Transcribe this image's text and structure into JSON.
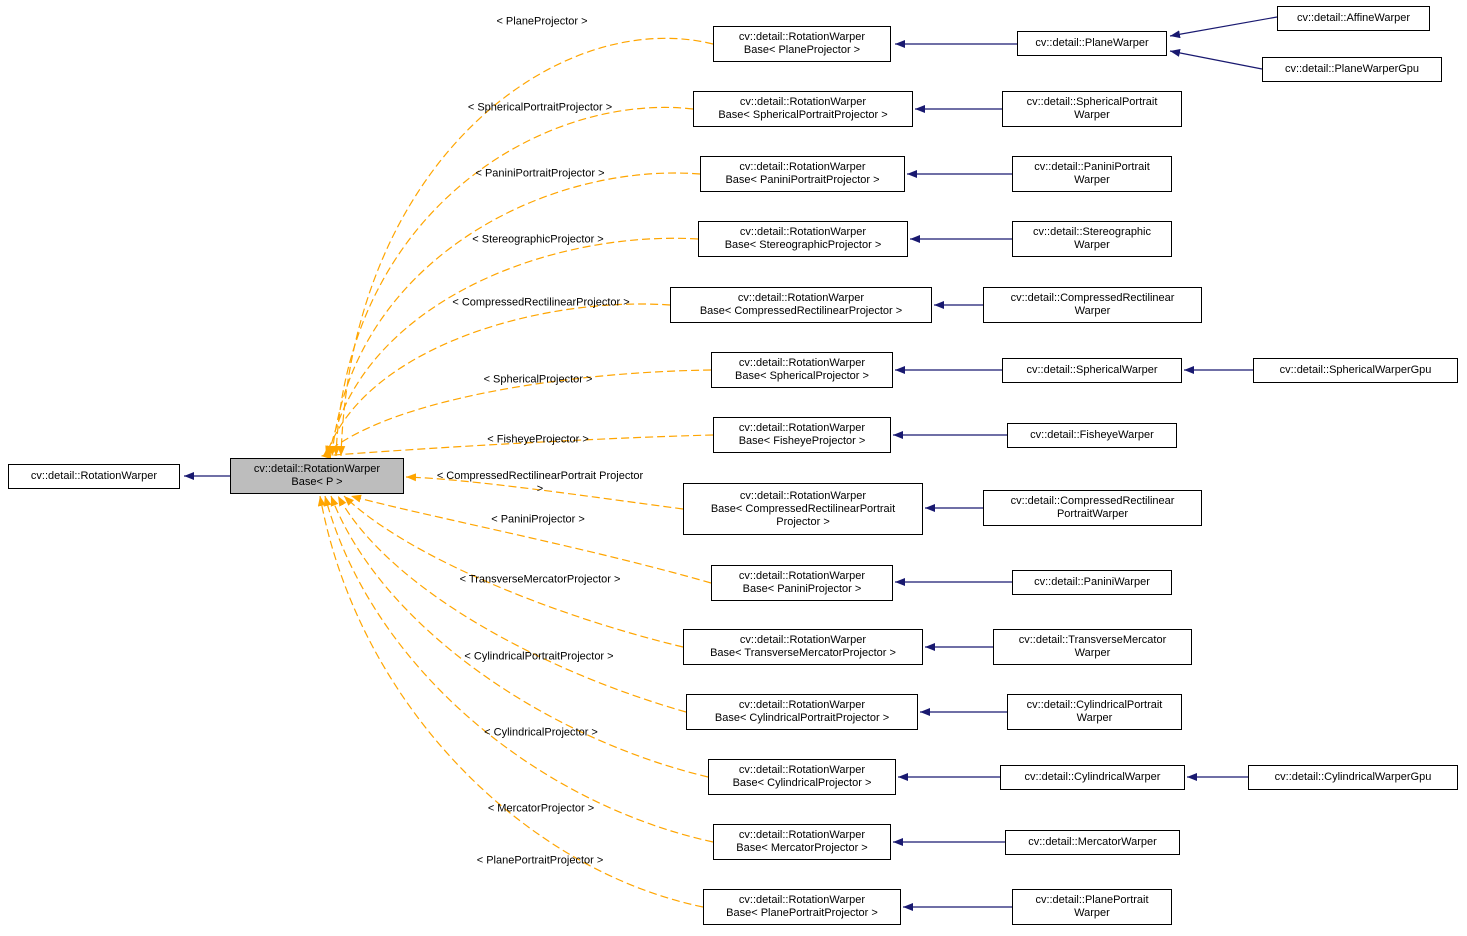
{
  "diagram": {
    "colors": {
      "inheritance_arrow": "#191970",
      "template_instance_arrow": "#ffa500",
      "current_node_background": "#bdbdbd",
      "node_background": "#ffffff",
      "node_border": "#000000"
    },
    "root": {
      "lines": [
        "cv::detail::RotationWarper"
      ]
    },
    "center": {
      "lines": [
        "cv::detail::RotationWarper",
        "Base< P >"
      ]
    },
    "rows": [
      {
        "edge_label": "< PlaneProjector >",
        "base": {
          "lines": [
            "cv::detail::RotationWarper",
            "Base< PlaneProjector >"
          ]
        },
        "derived": {
          "lines": [
            "cv::detail::PlaneWarper"
          ]
        },
        "grand": [
          {
            "lines": [
              "cv::detail::AffineWarper"
            ]
          },
          {
            "lines": [
              "cv::detail::PlaneWarperGpu"
            ]
          }
        ]
      },
      {
        "edge_label": "< SphericalPortraitProjector >",
        "base": {
          "lines": [
            "cv::detail::RotationWarper",
            "Base< SphericalPortraitProjector >"
          ]
        },
        "derived": {
          "lines": [
            "cv::detail::SphericalPortrait",
            "Warper"
          ]
        }
      },
      {
        "edge_label": "< PaniniPortraitProjector >",
        "base": {
          "lines": [
            "cv::detail::RotationWarper",
            "Base< PaniniPortraitProjector >"
          ]
        },
        "derived": {
          "lines": [
            "cv::detail::PaniniPortrait",
            "Warper"
          ]
        }
      },
      {
        "edge_label": "< StereographicProjector >",
        "base": {
          "lines": [
            "cv::detail::RotationWarper",
            "Base< StereographicProjector >"
          ]
        },
        "derived": {
          "lines": [
            "cv::detail::Stereographic",
            "Warper"
          ]
        }
      },
      {
        "edge_label": "< CompressedRectilinearProjector >",
        "base": {
          "lines": [
            "cv::detail::RotationWarper",
            "Base< CompressedRectilinearProjector >"
          ]
        },
        "derived": {
          "lines": [
            "cv::detail::CompressedRectilinear",
            "Warper"
          ]
        }
      },
      {
        "edge_label": "< SphericalProjector >",
        "base": {
          "lines": [
            "cv::detail::RotationWarper",
            "Base< SphericalProjector >"
          ]
        },
        "derived": {
          "lines": [
            "cv::detail::SphericalWarper"
          ]
        },
        "grand": [
          {
            "lines": [
              "cv::detail::SphericalWarperGpu"
            ]
          }
        ]
      },
      {
        "edge_label": "< FisheyeProjector >",
        "base": {
          "lines": [
            "cv::detail::RotationWarper",
            "Base< FisheyeProjector >"
          ]
        },
        "derived": {
          "lines": [
            "cv::detail::FisheyeWarper"
          ]
        }
      },
      {
        "edge_label": "< CompressedRectilinearPortrait Projector >",
        "base": {
          "lines": [
            "cv::detail::RotationWarper",
            "Base< CompressedRectilinearPortrait",
            "Projector >"
          ]
        },
        "derived": {
          "lines": [
            "cv::detail::CompressedRectilinear",
            "PortraitWarper"
          ]
        }
      },
      {
        "edge_label": "< PaniniProjector >",
        "base": {
          "lines": [
            "cv::detail::RotationWarper",
            "Base< PaniniProjector >"
          ]
        },
        "derived": {
          "lines": [
            "cv::detail::PaniniWarper"
          ]
        }
      },
      {
        "edge_label": "< TransverseMercatorProjector >",
        "base": {
          "lines": [
            "cv::detail::RotationWarper",
            "Base< TransverseMercatorProjector >"
          ]
        },
        "derived": {
          "lines": [
            "cv::detail::TransverseMercator",
            "Warper"
          ]
        }
      },
      {
        "edge_label": "< CylindricalPortraitProjector >",
        "base": {
          "lines": [
            "cv::detail::RotationWarper",
            "Base< CylindricalPortraitProjector >"
          ]
        },
        "derived": {
          "lines": [
            "cv::detail::CylindricalPortrait",
            "Warper"
          ]
        }
      },
      {
        "edge_label": "< CylindricalProjector >",
        "base": {
          "lines": [
            "cv::detail::RotationWarper",
            "Base< CylindricalProjector >"
          ]
        },
        "derived": {
          "lines": [
            "cv::detail::CylindricalWarper"
          ]
        },
        "grand": [
          {
            "lines": [
              "cv::detail::CylindricalWarperGpu"
            ]
          }
        ]
      },
      {
        "edge_label": "< MercatorProjector >",
        "base": {
          "lines": [
            "cv::detail::RotationWarper",
            "Base< MercatorProjector >"
          ]
        },
        "derived": {
          "lines": [
            "cv::detail::MercatorWarper"
          ]
        }
      },
      {
        "edge_label": "< PlanePortraitProjector >",
        "base": {
          "lines": [
            "cv::detail::RotationWarper",
            "Base< PlanePortraitProjector >"
          ]
        },
        "derived": {
          "lines": [
            "cv::detail::PlanePortrait",
            "Warper"
          ]
        }
      }
    ]
  }
}
